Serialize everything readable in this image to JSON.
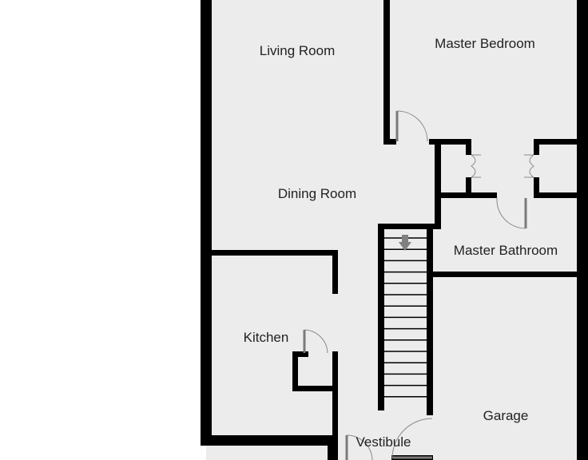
{
  "floorplan": {
    "rooms": {
      "living_room": "Living Room",
      "master_bedroom": "Master Bedroom",
      "dining_room": "Dining Room",
      "master_bathroom": "Master Bathroom",
      "kitchen": "Kitchen",
      "garage": "Garage",
      "vestibule": "Vestibule"
    },
    "colors": {
      "floor": "#ececec",
      "wall": "#000000",
      "door": "#7a7a7a",
      "stair_arrow": "#808080"
    },
    "icons": {
      "stairs": "stair-arrow-down-icon"
    }
  }
}
